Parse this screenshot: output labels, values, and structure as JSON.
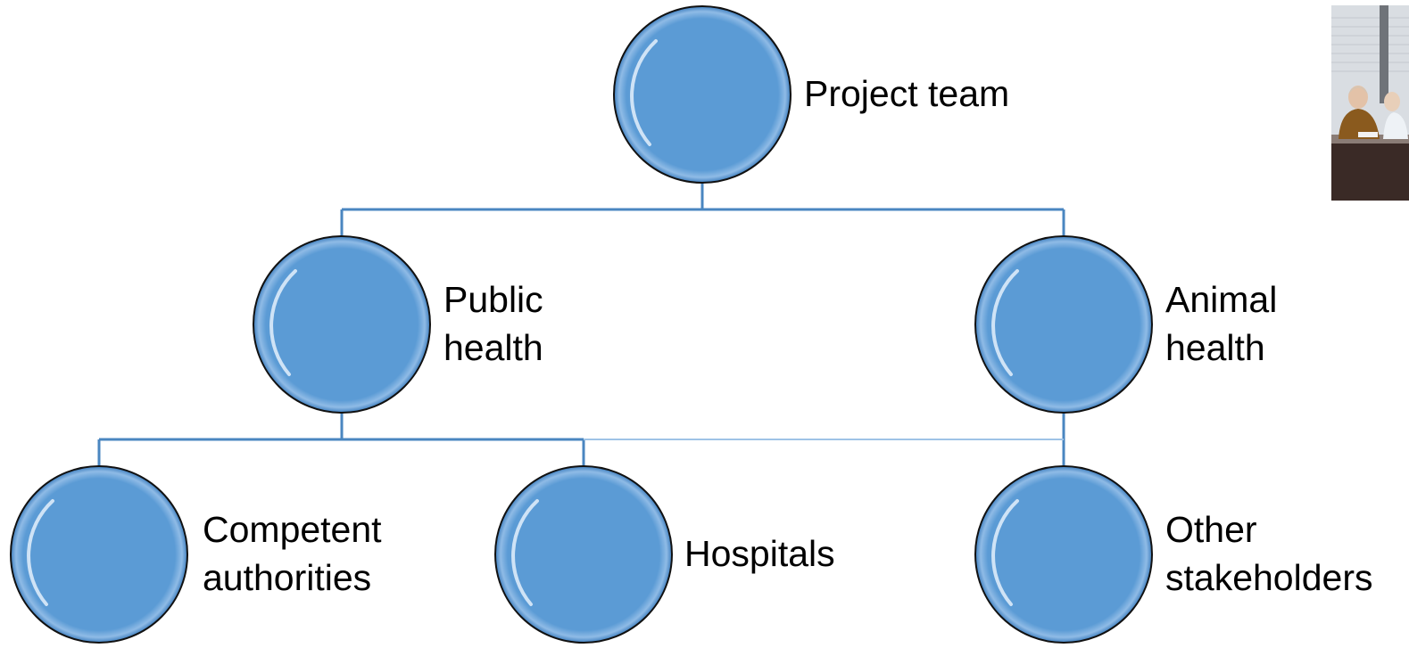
{
  "nodes": {
    "project_team": {
      "label": "Project team"
    },
    "public_health": {
      "label": "Public\nhealth"
    },
    "animal_health": {
      "label": "Animal\nhealth"
    },
    "competent_authorities": {
      "label": "Competent\nauthorities"
    },
    "hospitals": {
      "label": "Hospitals"
    },
    "other_stakeholders": {
      "label": "Other\nstakeholders"
    }
  },
  "edges": [
    [
      "project_team",
      "public_health"
    ],
    [
      "project_team",
      "animal_health"
    ],
    [
      "public_health",
      "competent_authorities"
    ],
    [
      "public_health",
      "hospitals"
    ],
    [
      "animal_health",
      "other_stakeholders"
    ]
  ],
  "colors": {
    "node_fill": "#5b9bd5",
    "node_stroke": "#111111",
    "connector": "#4a86c0"
  }
}
